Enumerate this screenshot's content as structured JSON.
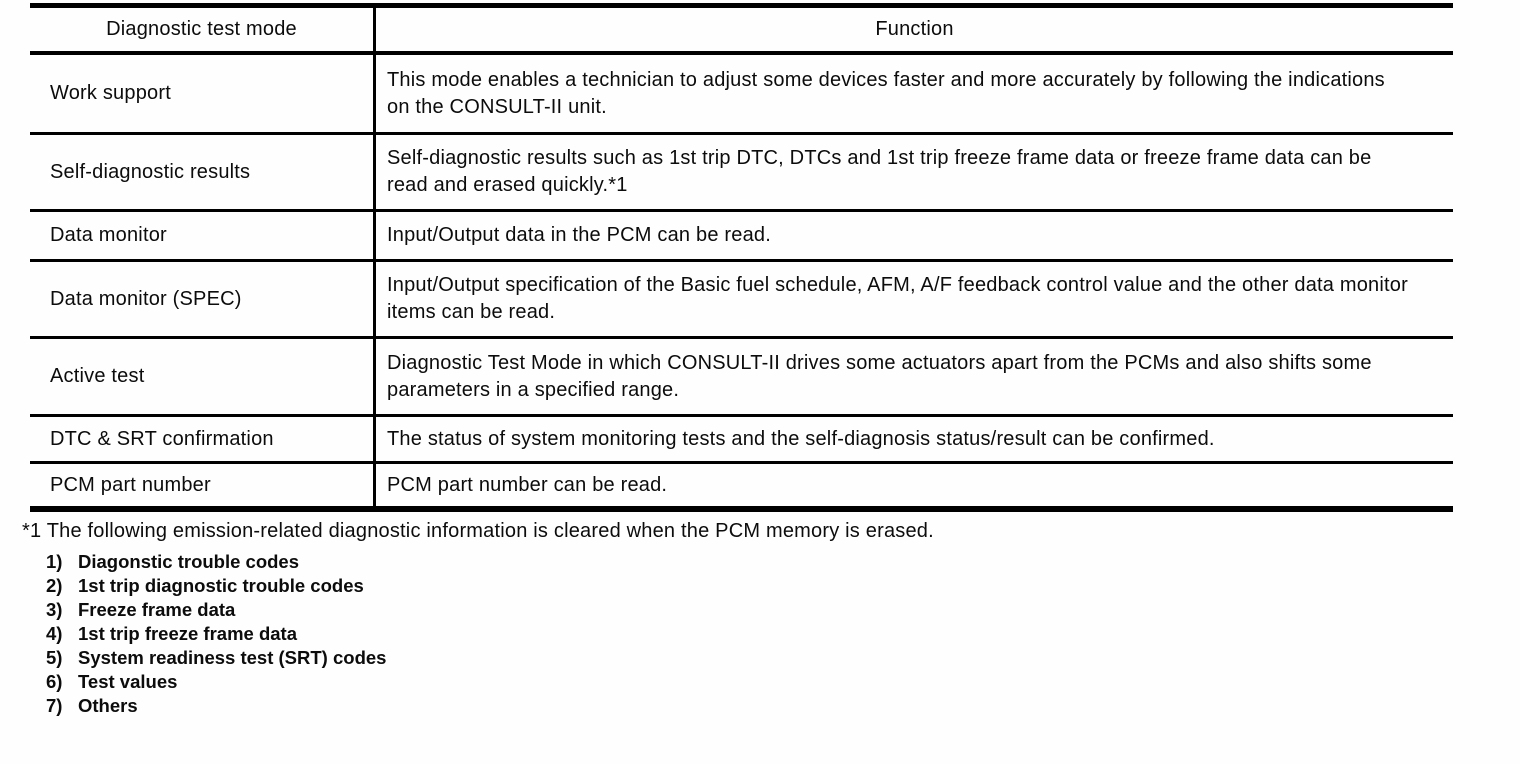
{
  "table": {
    "headers": [
      "Diagnostic test mode",
      "Function"
    ],
    "rows": [
      {
        "mode": "Work support",
        "function": "This mode enables a technician to adjust some devices faster and more accurately by following the indications on the CONSULT-II unit."
      },
      {
        "mode": "Self-diagnostic results",
        "function": "Self-diagnostic results such as 1st trip DTC, DTCs and 1st trip freeze frame data or freeze frame data can be read and erased quickly.*1"
      },
      {
        "mode": "Data monitor",
        "function": "Input/Output data in the PCM can be read."
      },
      {
        "mode": "Data monitor (SPEC)",
        "function": "Input/Output specification of the Basic fuel schedule, AFM, A/F feedback control value and the other data monitor items can be read."
      },
      {
        "mode": "Active test",
        "function": "Diagnostic Test Mode in which CONSULT-II drives some actuators apart from the PCMs and also shifts some parameters in a specified range."
      },
      {
        "mode": "DTC & SRT confirmation",
        "function": "The status of system monitoring tests and the self-diagnosis status/result can be confirmed."
      },
      {
        "mode": "PCM part number",
        "function": "PCM part number can be read."
      }
    ]
  },
  "footnote": {
    "lead": "*1 The following emission-related diagnostic information is cleared when the PCM memory is erased.",
    "items": [
      {
        "num": "1)",
        "text": "Diagonstic trouble codes"
      },
      {
        "num": "2)",
        "text": "1st trip diagnostic trouble codes"
      },
      {
        "num": "3)",
        "text": "Freeze frame data"
      },
      {
        "num": "4)",
        "text": "1st trip freeze frame data"
      },
      {
        "num": "5)",
        "text": "System readiness test (SRT) codes"
      },
      {
        "num": "6)",
        "text": "Test values"
      },
      {
        "num": "7)",
        "text": "Others"
      }
    ]
  }
}
